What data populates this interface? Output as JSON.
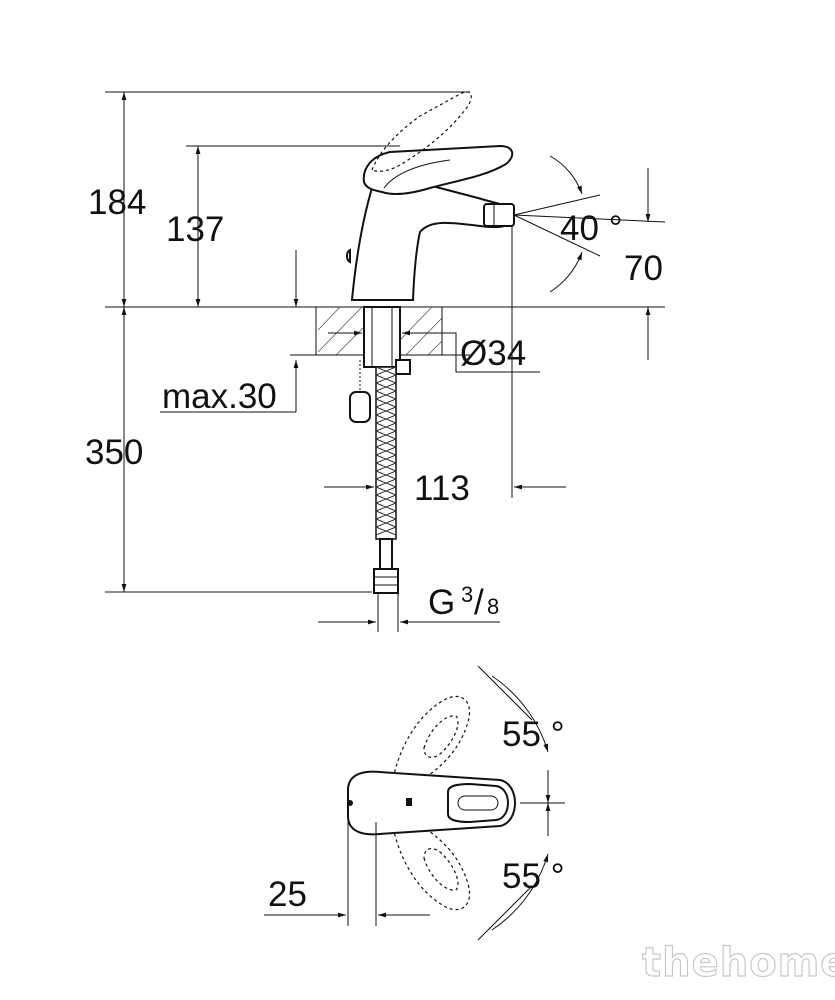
{
  "dimensions": {
    "overall_height": "184",
    "spout_height": "137",
    "angle_spray": "40 °",
    "spout_outlet_height": "70",
    "hole_diameter": "Ø34",
    "max_deck_thickness": "max.30",
    "hose_length": "350",
    "spout_reach": "113",
    "connection_thread": "G",
    "thread_numerator": "3",
    "thread_denominator": "8",
    "lever_angle_upper": "55 °",
    "lever_angle_lower": "55 °",
    "lever_offset": "25"
  },
  "watermark": "thehome",
  "colors": {
    "line": "#111111",
    "background": "#ffffff"
  }
}
